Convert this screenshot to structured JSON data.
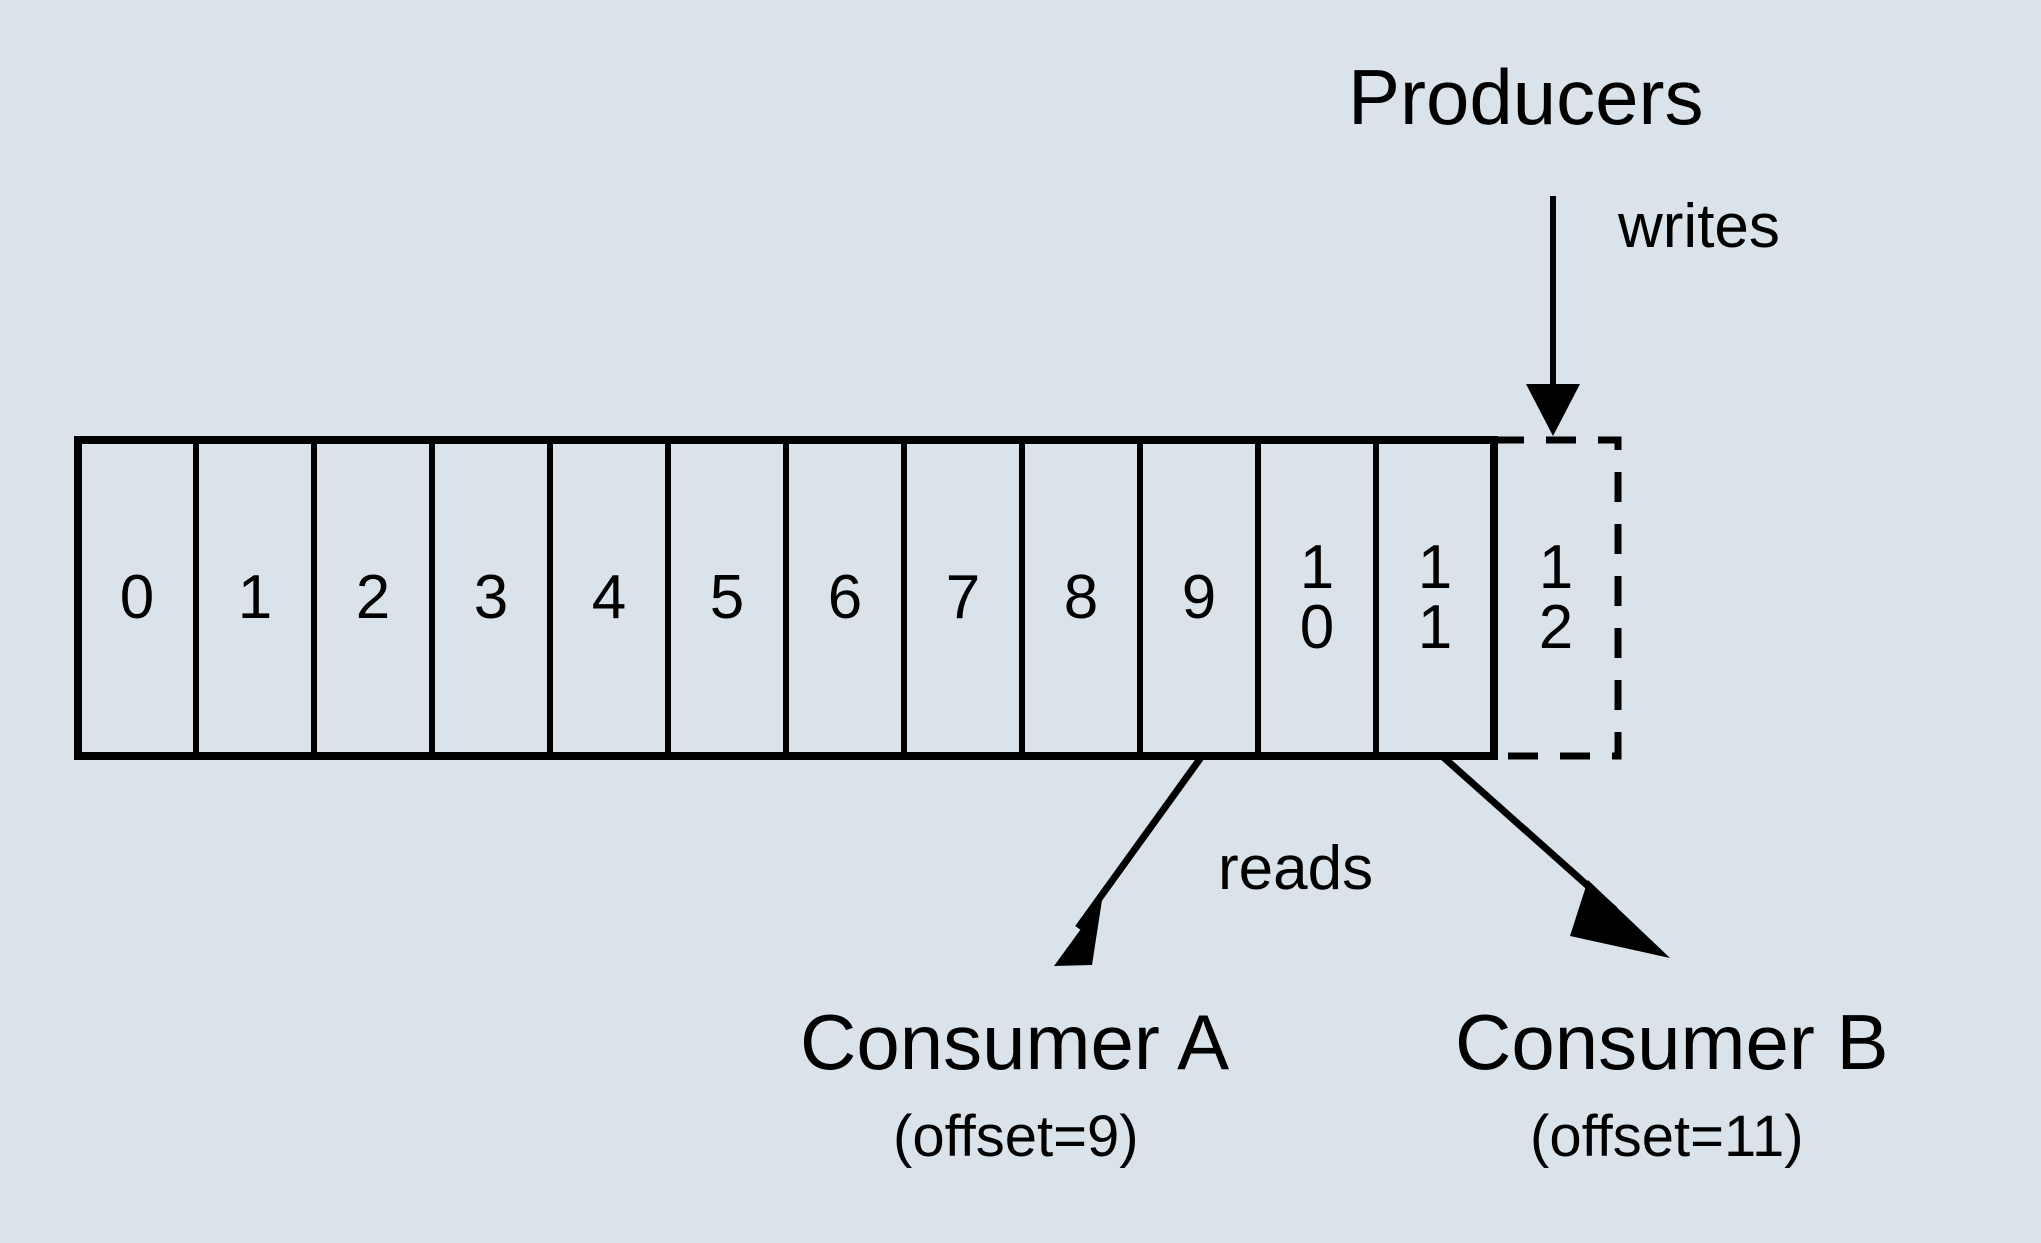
{
  "diagram": {
    "title_text": "Producers",
    "background_color": "#dae3e9",
    "line_color": "#000000",
    "producers_label": "Producers",
    "writes_label": "writes",
    "reads_label": "reads",
    "consumer_a": {
      "name": "Consumer A",
      "offset_label": "(offset=9)"
    },
    "consumer_b": {
      "name": "Consumer B",
      "offset_label": "(offset=11)"
    },
    "log": {
      "committed_cells": [
        {
          "index": 0,
          "label": "0"
        },
        {
          "index": 1,
          "label": "1"
        },
        {
          "index": 2,
          "label": "2"
        },
        {
          "index": 3,
          "label": "3"
        },
        {
          "index": 4,
          "label": "4"
        },
        {
          "index": 5,
          "label": "5"
        },
        {
          "index": 6,
          "label": "6"
        },
        {
          "index": 7,
          "label": "7"
        },
        {
          "index": 8,
          "label": "8"
        },
        {
          "index": 9,
          "label": "9"
        },
        {
          "index": 10,
          "label": "1\n0"
        },
        {
          "index": 11,
          "label": "1\n1"
        }
      ],
      "pending_cell": {
        "index": 12,
        "label": "1\n2"
      }
    }
  }
}
